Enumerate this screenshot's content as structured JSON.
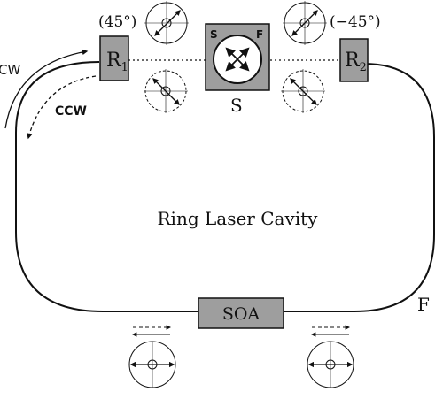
{
  "labels": {
    "r1": "R",
    "r1_sub": "1",
    "r2": "R",
    "r2_sub": "2",
    "r1_angle": "(45°)",
    "r2_angle": "(−45°)",
    "s_box_letter_left": "S",
    "s_box_letter_right": "F",
    "s_caption": "S",
    "soa": "SOA",
    "f_label": "F",
    "cw": "CW",
    "ccw": "CCW",
    "center": "Ring Laser Cavity"
  },
  "colors": {
    "box_fill": "#9e9e9e",
    "stroke": "#111111",
    "background": "#ffffff"
  }
}
